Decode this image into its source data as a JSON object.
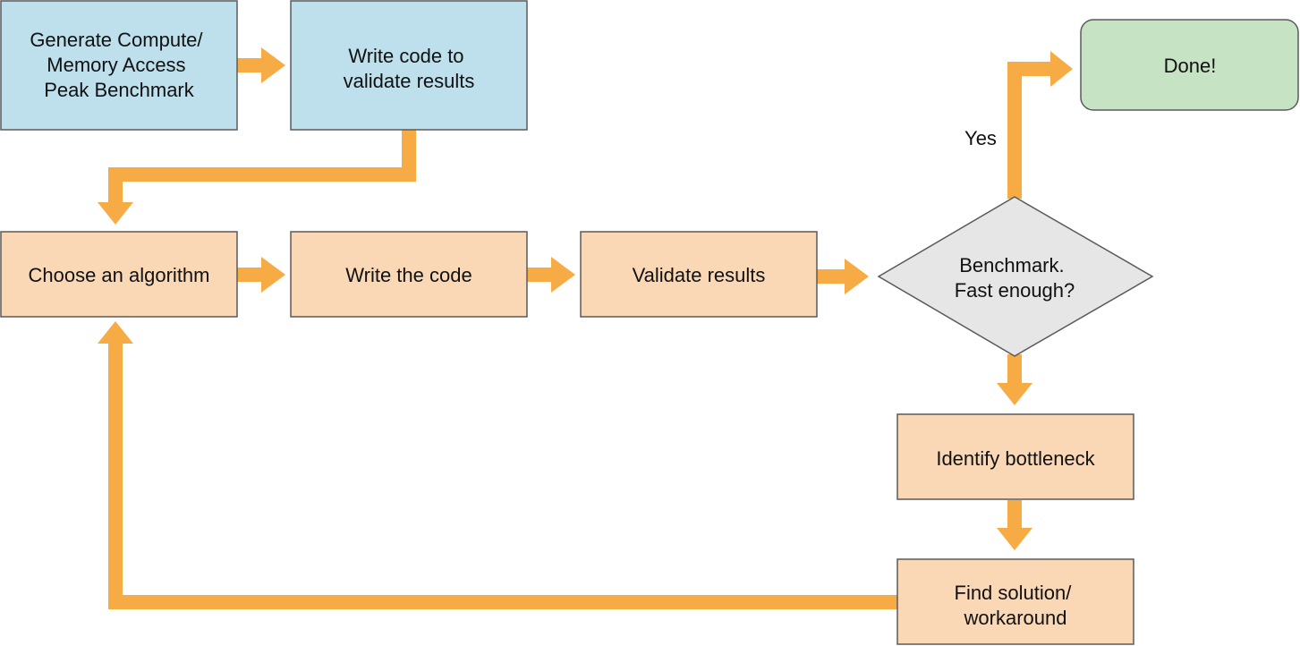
{
  "colors": {
    "arrow": "#f7ab45",
    "setup_fill": "#bde0ec",
    "process_fill": "#fad8b6",
    "decision_fill": "#e5e6e5",
    "done_fill": "#c6e3c4",
    "stroke": "#5a5a5a"
  },
  "nodes": {
    "generate_benchmark": {
      "lines": [
        "Generate Compute/",
        "Memory Access",
        "Peak Benchmark"
      ]
    },
    "write_validation": {
      "lines": [
        "Write code to",
        "validate results"
      ]
    },
    "choose_algorithm": {
      "lines": [
        "Choose an algorithm"
      ]
    },
    "write_code": {
      "lines": [
        "Write the code"
      ]
    },
    "validate_results": {
      "lines": [
        "Validate results"
      ]
    },
    "benchmark_decision": {
      "lines": [
        "Benchmark.",
        "Fast enough?"
      ]
    },
    "done": {
      "lines": [
        "Done!"
      ]
    },
    "identify_bottleneck": {
      "lines": [
        "Identify bottleneck"
      ]
    },
    "find_solution": {
      "lines": [
        "Find solution/",
        "workaround"
      ]
    }
  },
  "edge_labels": {
    "yes": "Yes"
  }
}
